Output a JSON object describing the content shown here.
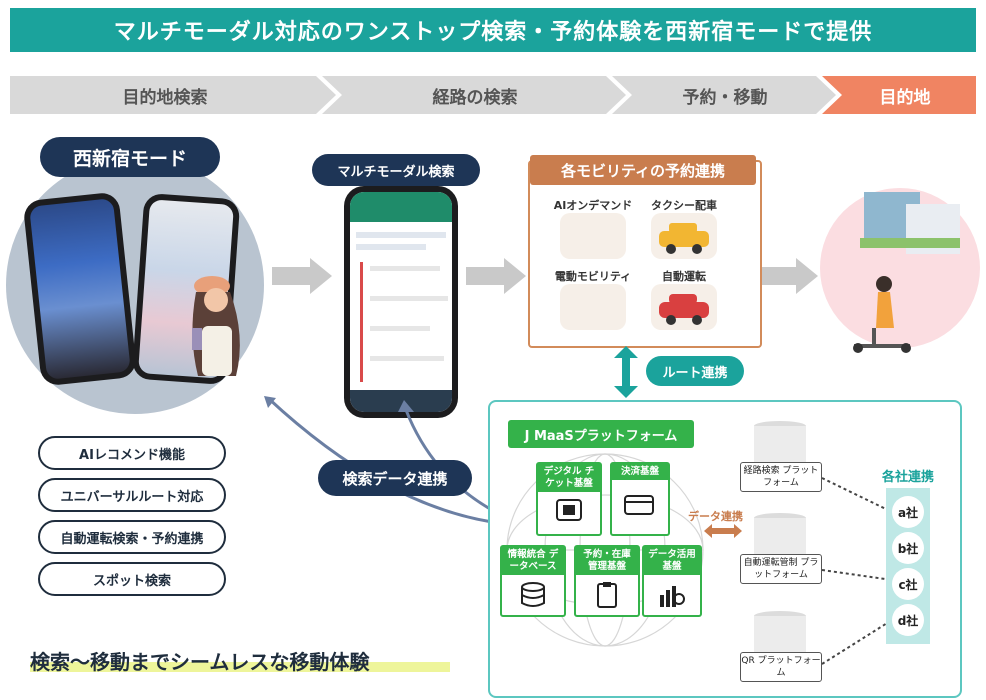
{
  "title": "マルチモーダル対応のワンストップ検索・予約体験を西新宿モードで提供",
  "steps": [
    "目的地検索",
    "経路の検索",
    "予約・移動",
    "目的地"
  ],
  "left": {
    "mode_label": "西新宿モード",
    "features": [
      "AIレコメンド機能",
      "ユニバーサルルート対応",
      "自動運転検索・予約連携",
      "スポット検索"
    ],
    "tagline": "検索〜移動までシームレスな移動体験"
  },
  "middle": {
    "label": "マルチモーダル検索",
    "search_link_label": "検索データ連携"
  },
  "mobility": {
    "title": "各モビリティの予約連携",
    "items": [
      "AIオンデマンド",
      "タクシー配車",
      "電動モビリティ",
      "自動運転"
    ]
  },
  "route_link_label": "ルート連携",
  "platform": {
    "title": "J MaaSプラットフォーム",
    "modules": [
      "デジタル チケット基盤",
      "決済基盤",
      "情報統合 データベース",
      "予約・在庫 管理基盤",
      "データ活用 基盤"
    ],
    "data_link_label": "データ連携",
    "external_platforms": [
      "経路検索 プラットフォーム",
      "自動運転管制 プラットフォーム",
      "QR プラットフォーム"
    ]
  },
  "companies": {
    "title": "各社連携",
    "items": [
      "a社",
      "b社",
      "c社",
      "d社"
    ]
  },
  "colors": {
    "teal": "#1ba39c",
    "navy": "#1e3556",
    "orange": "#f08462",
    "green": "#34b24a",
    "mobility_brown": "#c97d4e"
  }
}
